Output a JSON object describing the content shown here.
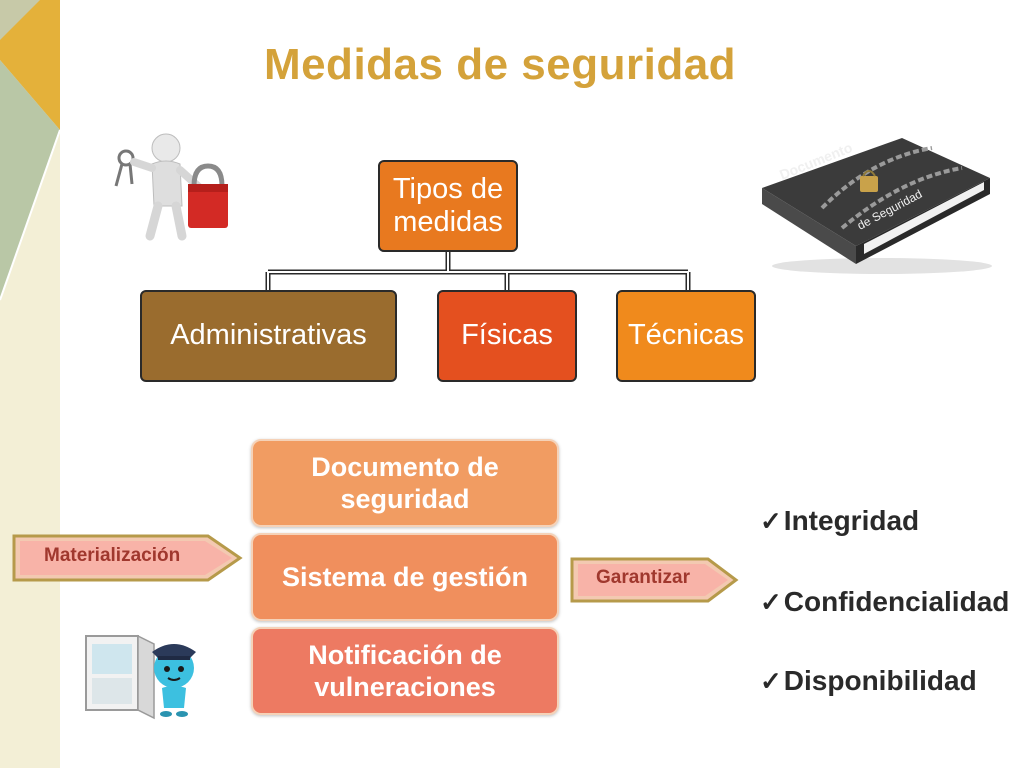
{
  "slide": {
    "title": "Medidas de seguridad"
  },
  "tree": {
    "root": "Tipos de medidas",
    "children": [
      "Administrativas",
      "Físicas",
      "Técnicas"
    ],
    "colors": {
      "root": "#e8791f",
      "administrativas": "#9a6c2e",
      "fisicas": "#e4501f",
      "tecnicas": "#f08a1c"
    }
  },
  "stack": {
    "items": [
      "Documento de seguridad",
      "Sistema de gestión",
      "Notificación de vulneraciones"
    ],
    "colors": [
      "#f19c62",
      "#f08f5d",
      "#ed7a62"
    ]
  },
  "arrows": {
    "left": "Materialización",
    "right": "Garantizar"
  },
  "properties": {
    "checkmark": "✓",
    "items": [
      "Integridad",
      "Confidencialidad",
      "Disponibilidad"
    ]
  },
  "images": {
    "top_left": "figure-with-keys-and-padlock",
    "top_right": "chained-security-document-binder",
    "bottom_left": "safe-and-guard-character"
  }
}
